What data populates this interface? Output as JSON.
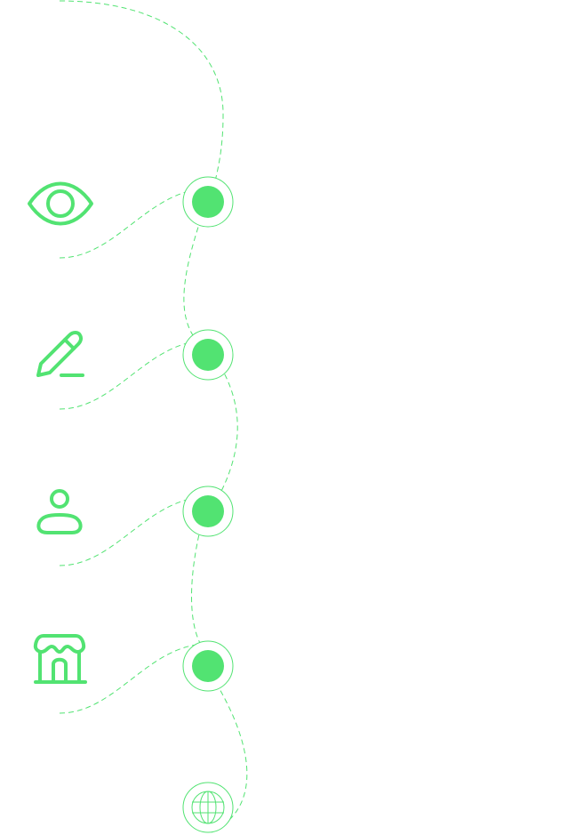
{
  "colors": {
    "accent": "#52e372",
    "background": "#ffffff"
  },
  "steps": [
    {
      "icon": "eye-icon",
      "state": "filled"
    },
    {
      "icon": "pencil-icon",
      "state": "filled"
    },
    {
      "icon": "user-icon",
      "state": "filled"
    },
    {
      "icon": "store-icon",
      "state": "filled"
    },
    {
      "icon": "globe-icon",
      "state": "outline"
    }
  ]
}
